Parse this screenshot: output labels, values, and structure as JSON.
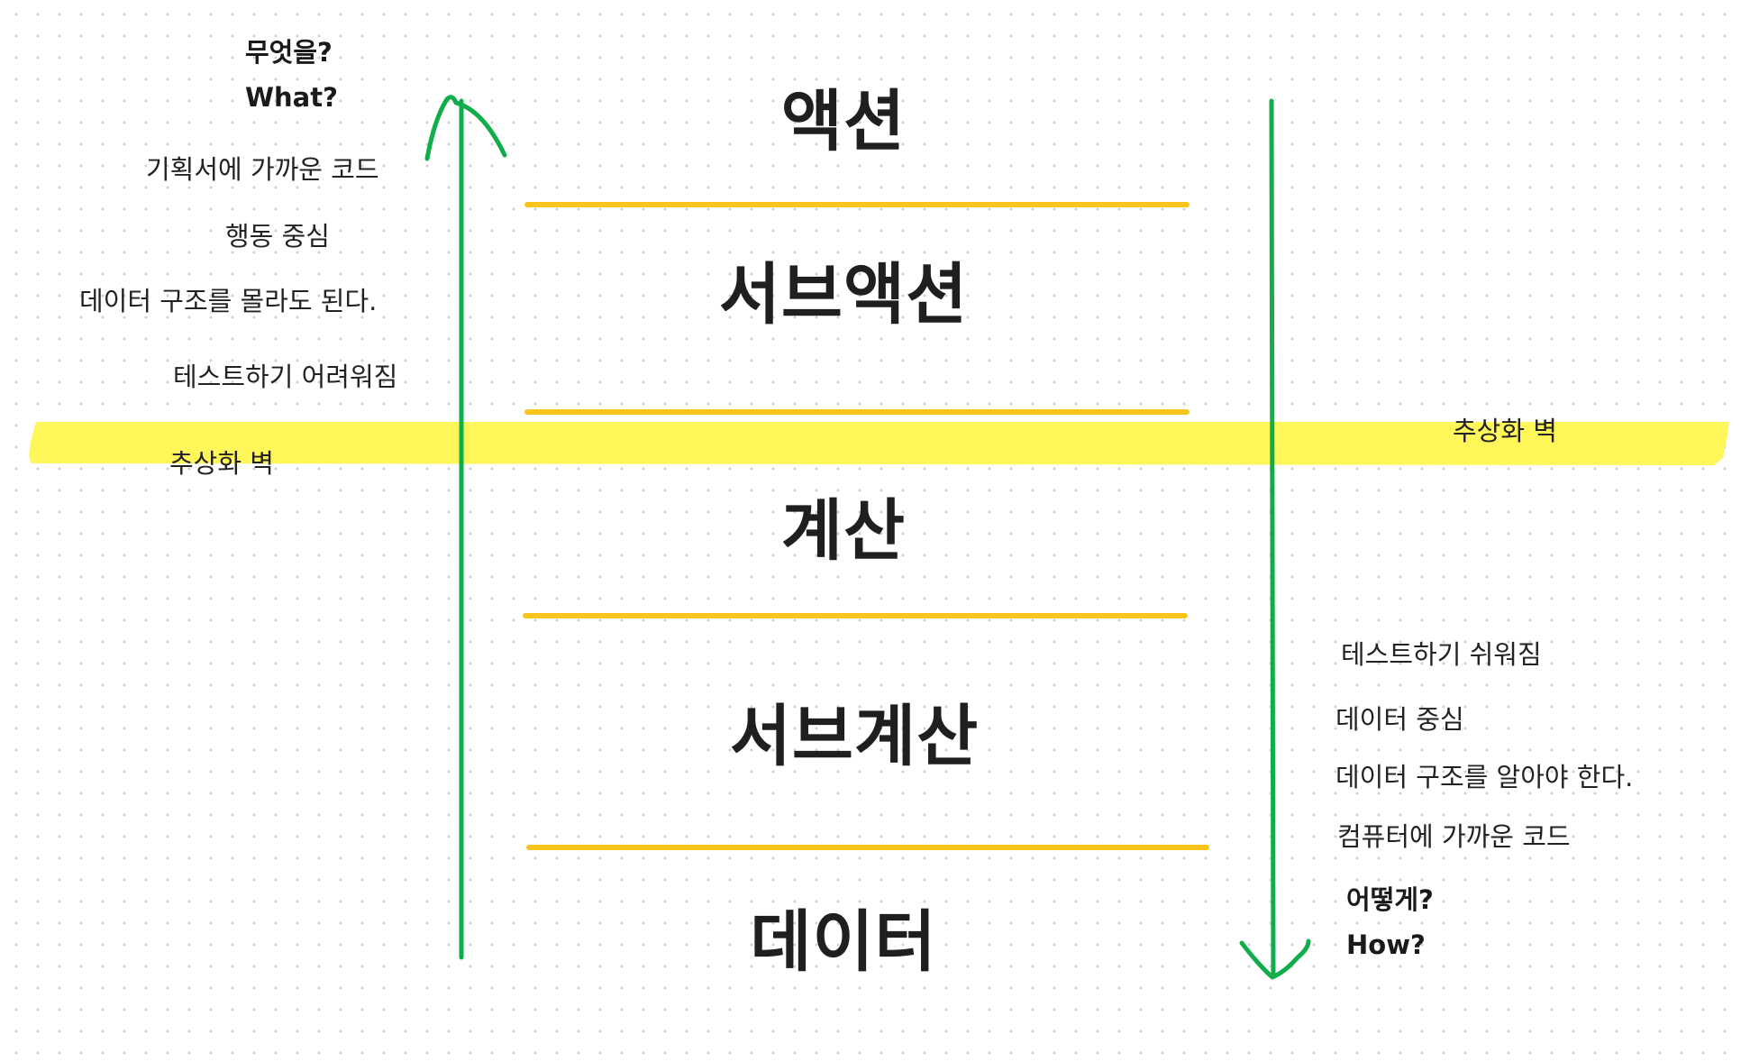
{
  "colors": {
    "background": "#ffffff",
    "dot_grid": "#cfcfcf",
    "divider": "#f7c51c",
    "highlight": "#fff65a",
    "arrow": "#12ad4b",
    "text": "#1f1f1f"
  },
  "layers": [
    {
      "label": "액션"
    },
    {
      "label": "서브액션"
    },
    {
      "label": "계산"
    },
    {
      "label": "서브계산"
    },
    {
      "label": "데이터"
    }
  ],
  "left_notes": {
    "question_ko": "무엇을?",
    "question_en": "What?",
    "items": [
      "기획서에 가까운 코드",
      "행동 중심",
      "데이터 구조를 몰라도 된다.",
      "테스트하기 어려워짐"
    ],
    "wall_label": "추상화 벽"
  },
  "right_notes": {
    "wall_label": "추상화 벽",
    "items": [
      "테스트하기 쉬워짐",
      "데이터 중심",
      "데이터 구조를 알아야 한다.",
      "컴퓨터에 가까운 코드"
    ],
    "question_ko": "어떻게?",
    "question_en": "How?"
  },
  "arrows": [
    {
      "name": "up-arrow",
      "direction": "up",
      "icon": "arrow-up-icon"
    },
    {
      "name": "down-arrow",
      "direction": "down",
      "icon": "arrow-down-icon"
    }
  ]
}
